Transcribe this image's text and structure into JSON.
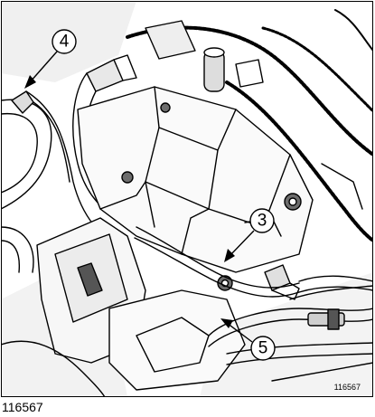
{
  "figure": {
    "reference_code": "116567",
    "image_id": "116567",
    "callouts": [
      {
        "number": "4",
        "target": "pipe-connection"
      },
      {
        "number": "3",
        "target": "clip"
      },
      {
        "number": "5",
        "target": "pipe"
      }
    ],
    "colors": {
      "line": "#000000",
      "fill": "#ffffff",
      "shade": "#cfcfcf",
      "dark": "#6d6d6d"
    }
  }
}
